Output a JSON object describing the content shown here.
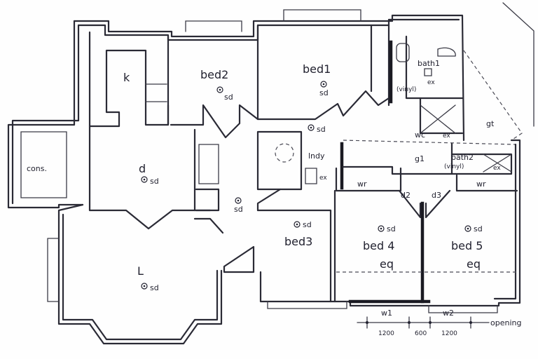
{
  "rooms": {
    "k": "k",
    "bed2": "bed2",
    "bed1": "bed1",
    "bath1": "bath1",
    "vinyl1": "(vinyl)",
    "ex1": "ex",
    "cons": "cons.",
    "d": "d",
    "l": "L",
    "lndy": "lndy",
    "ex_lndy": "ex",
    "wc": "wc",
    "ex_wc": "ex",
    "gt": "gt",
    "bath2": "bath2",
    "vinyl2": "(vinyl)",
    "ex2": "ex",
    "g1": "g1",
    "wr1": "wr",
    "wr2": "wr",
    "d2": "d2",
    "d3": "d3",
    "bed3": "bed3",
    "bed4": "bed 4",
    "eq4": "eq",
    "bed5": "bed 5",
    "eq5": "eq"
  },
  "smoke": {
    "label": "sd"
  },
  "dims": {
    "w1": "w1",
    "w2": "w2",
    "w1_len": "1200",
    "gap_len": "600",
    "w2_len": "1200",
    "opening": "opening"
  }
}
